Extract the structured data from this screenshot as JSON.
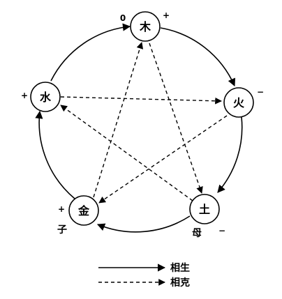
{
  "nodes": {
    "wood": "木",
    "fire": "火",
    "earth": "土",
    "metal": "金",
    "water": "水"
  },
  "annotations": {
    "wood_left": "0",
    "wood_right": "+",
    "fire_right": "−",
    "water_left": "+",
    "metal_top": "+",
    "metal_below": "子",
    "earth_below": "母",
    "earth_right": "−"
  },
  "legend": {
    "generating": "相生",
    "overcoming": "相克"
  },
  "colors": {
    "ink": "#000000",
    "background": "#ffffff"
  }
}
